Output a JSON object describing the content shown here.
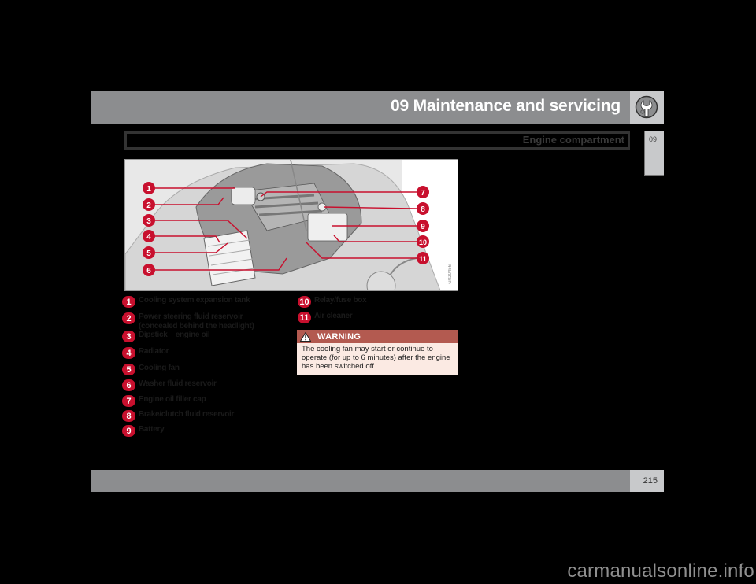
{
  "header": {
    "title": "09 Maintenance and servicing",
    "icon": "wrench-gear-icon"
  },
  "section": {
    "title": "Engine compartment"
  },
  "chapter_tab": "09",
  "figure": {
    "id": "G020456",
    "callouts": [
      "1",
      "2",
      "3",
      "4",
      "5",
      "6",
      "7",
      "8",
      "9",
      "10",
      "11"
    ],
    "callout_color": "#c8102e"
  },
  "legend": [
    {
      "num": "1",
      "text": "Cooling system expansion tank"
    },
    {
      "num": "2",
      "text": "Power steering fluid reservoir (concealed behind the headlight)"
    },
    {
      "num": "3",
      "text": "Dipstick – engine oil"
    },
    {
      "num": "4",
      "text": "Radiator"
    },
    {
      "num": "5",
      "text": "Cooling fan"
    },
    {
      "num": "6",
      "text": "Washer fluid reservoir"
    },
    {
      "num": "7",
      "text": "Engine oil filler cap"
    },
    {
      "num": "8",
      "text": "Brake/clutch fluid reservoir"
    },
    {
      "num": "9",
      "text": "Battery"
    },
    {
      "num": "10",
      "text": "Relay/fuse box"
    },
    {
      "num": "11",
      "text": "Air cleaner"
    }
  ],
  "warning": {
    "label": "WARNING",
    "text": "The cooling fan may start or continue to operate (for up to 6 minutes) after the engine has been switched off.",
    "header_color": "#b35a50",
    "body_color": "#fbeae3"
  },
  "footer": {
    "page_number": "215"
  },
  "watermark": "carmanualsonline.info"
}
